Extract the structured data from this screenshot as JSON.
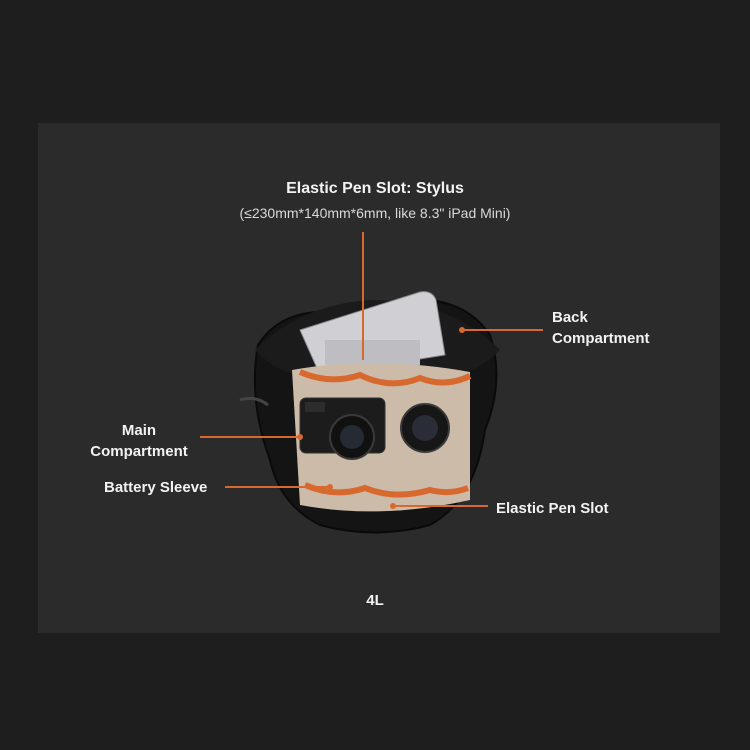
{
  "header": {
    "title": "Elastic Pen Slot: Stylus",
    "subtitle": "(≤230mm*140mm*6mm, like 8.3\" iPad Mini)"
  },
  "callouts": {
    "back": [
      "Back",
      "Compartment"
    ],
    "main": [
      "Main",
      "Compartment"
    ],
    "battery": "Battery Sleeve",
    "pen": "Elastic Pen Slot"
  },
  "capacity": "4L",
  "colors": {
    "background": "#1e1e1e",
    "panel": "#2b2b2b",
    "accent_orange": "#d8692e",
    "text": "#f2f2f2"
  },
  "icons": {
    "product": "camera-bag-icon"
  }
}
